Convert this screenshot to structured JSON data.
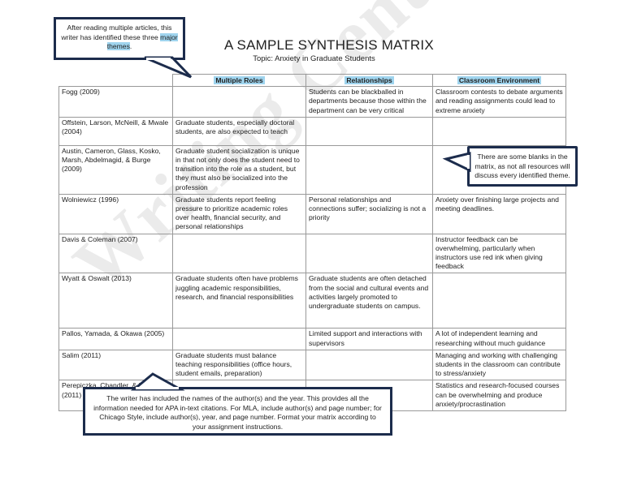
{
  "title": "A SAMPLE SYNTHESIS MATRIX",
  "subtitle": "Topic: Anxiety in Graduate Students",
  "watermark": "Writing Center",
  "columns": [
    "",
    "Multiple Roles",
    "Relationships",
    "Classroom Environment"
  ],
  "rows": [
    {
      "source": "Fogg (2009)",
      "roles": "",
      "relationships": "Students can be blackballed in departments because those within the department can be very critical",
      "classroom": "Classroom contests to debate arguments and reading assignments could lead to extreme anxiety"
    },
    {
      "source": "Offstein, Larson, McNeill, & Mwale (2004)",
      "roles": "Graduate students, especially doctoral students, are also expected to teach",
      "relationships": "",
      "classroom": ""
    },
    {
      "source": "Austin, Cameron, Glass, Kosko, Marsh, Abdelmagid, & Burge (2009)",
      "roles": "Graduate student socialization is unique in that not only does the student need to transition into the role as a student, but they must also be socialized into the profession",
      "relationships": "",
      "classroom": ""
    },
    {
      "source": "Wolniewicz (1996)",
      "roles": "Graduate students report feeling pressure to prioritize academic roles over health, financial security, and personal relationships",
      "relationships": "Personal relationships and connections suffer; socializing is not a priority",
      "classroom": "Anxiety over finishing large projects and meeting deadlines."
    },
    {
      "source": "Davis & Coleman (2007)",
      "roles": "",
      "relationships": "",
      "classroom": "Instructor feedback can be overwhelming, particularly when instructors use red ink when giving feedback"
    },
    {
      "source": "Wyatt & Oswalt (2013)",
      "roles": "Graduate students often have problems juggling academic responsibilities, research, and financial responsibilities",
      "relationships": "Graduate students are often detached from the social and cultural events and activities largely promoted to undergraduate students on campus.",
      "classroom": ""
    },
    {
      "source": "Pallos, Yamada, & Okawa (2005)",
      "roles": "",
      "relationships": "Limited support and interactions with supervisors",
      "classroom": "A lot of independent learning and researching without much guidance"
    },
    {
      "source": "Salim (2011)",
      "roles": "Graduate students must balance teaching responsibilities (office hours, student emails, preparation)",
      "relationships": "",
      "classroom": "Managing and working with challenging students in the classroom can contribute to stress/anxiety"
    },
    {
      "source": "Perepiczka, Chandler, & Becerra (2011)",
      "roles": "",
      "relationships": "",
      "classroom": "Statistics and research-focused courses can be overwhelming and produce anxiety/procrastination"
    }
  ],
  "callouts": {
    "themes_text": "After reading multiple articles, this writer has identified these three",
    "themes_highlight": "major themes",
    "themes_end": ".",
    "blanks": "There are some blanks in the matrix, as not all resources will discuss every identified theme.",
    "citations": "The writer has included the names of the author(s) and the year. This provides all the information needed for APA in-text citations. For MLA, include author(s) and page number; for Chicago Style, include author(s), year, and page number. Format your matrix according to your assignment instructions."
  },
  "colors": {
    "header_highlight": "#9fd4ee",
    "callout_border": "#1c2c4c",
    "watermark": "#ebebeb"
  }
}
